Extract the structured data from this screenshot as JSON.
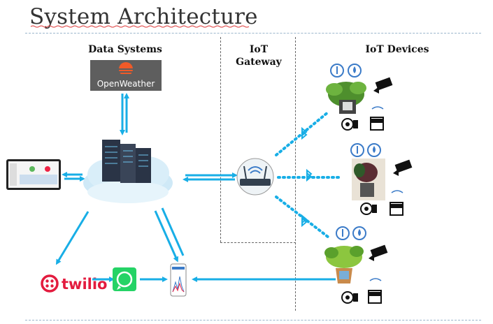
{
  "title": "System Architecture",
  "sections": {
    "data_systems": "Data Systems",
    "iot_gateway": "IoT Gateway",
    "iot_devices": "IoT Devices"
  },
  "logos": {
    "openweather": "OpenWeather",
    "twilio": "twilio"
  },
  "colors": {
    "arrow": "#18aee6",
    "twilio_red": "#e31b3e",
    "whatsapp_green": "#25d366",
    "openweather_bg": "#5e5e5e",
    "openweather_sun": "#f05a28"
  },
  "icons": [
    "openweather-logo",
    "dashboard-tablet",
    "server-cloud",
    "twilio-logo",
    "whatsapp-icon",
    "phone-chart",
    "router",
    "bluetooth-icon",
    "plant",
    "temperature-icon",
    "humidity-icon",
    "camera-icon",
    "motor-icon",
    "level-sensor-icon"
  ]
}
